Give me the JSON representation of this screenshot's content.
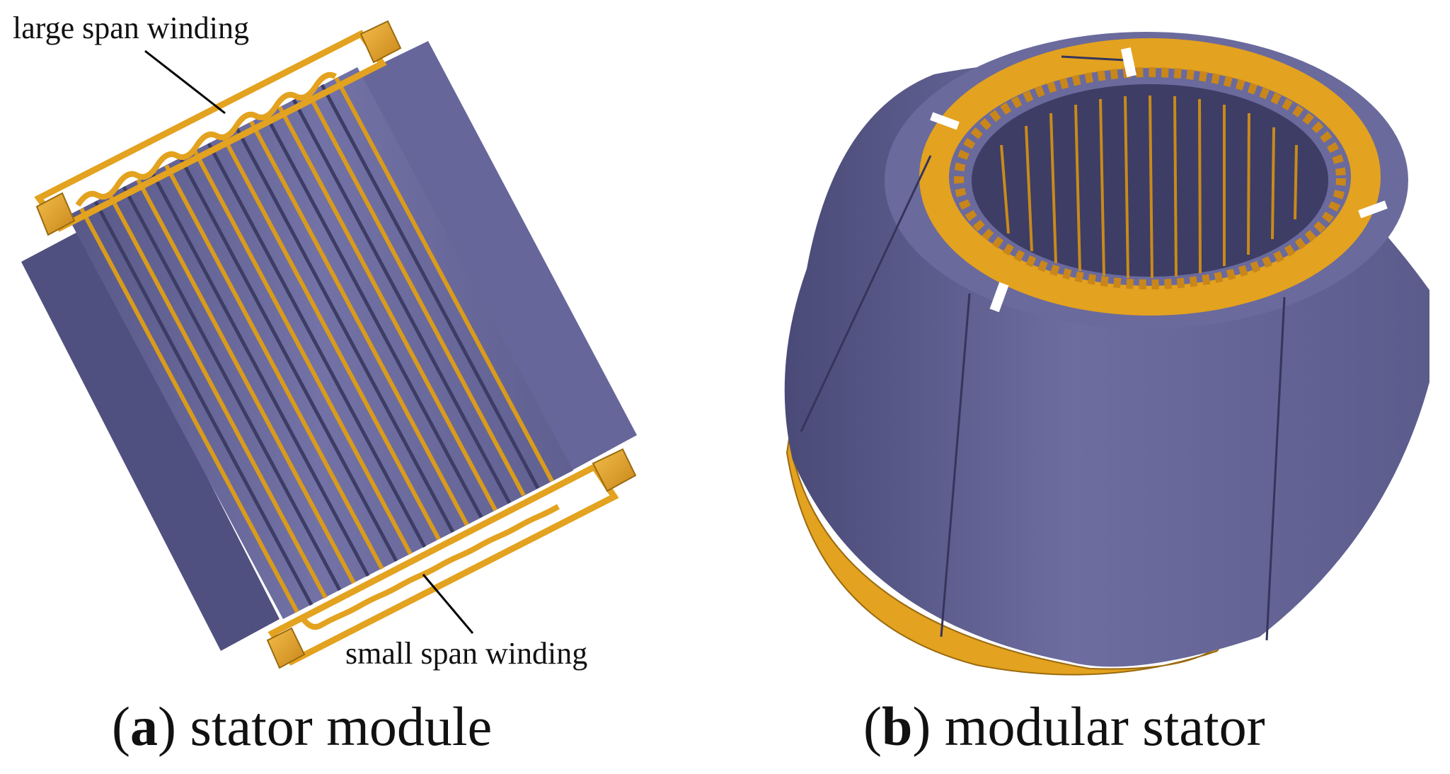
{
  "annotations": {
    "large_span": "large span winding",
    "small_span": "small span winding"
  },
  "captions": {
    "a": {
      "letter": "a",
      "text": "stator module"
    },
    "b": {
      "letter": "b",
      "text": "modular stator"
    }
  },
  "colors": {
    "core_light": "#6f6fa3",
    "core_mid": "#5d5d8c",
    "core_dark": "#45456e",
    "copper": "#e3a21f",
    "copper_dark": "#9a6a10"
  }
}
